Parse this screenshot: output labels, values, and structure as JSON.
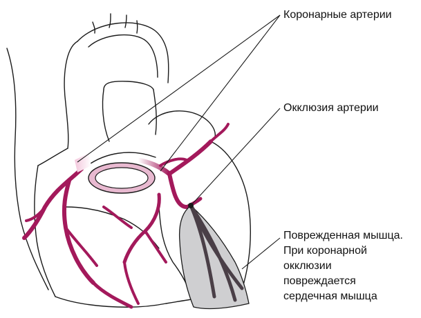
{
  "labels": {
    "coronary_arteries": "Коронарные артерии",
    "occlusion": "Окклюзия артерии",
    "damaged_muscle": [
      "Поврежденная мышца.",
      "При коронарной",
      "окклюзии",
      "повреждается",
      "сердечная мышца"
    ]
  },
  "colors": {
    "artery": "#a3195b",
    "artery_highlight": "#e8b9d0",
    "damaged_area": "#cfcfd1",
    "blocked_vessel": "#4a3f47",
    "outline": "#1a1a1a"
  }
}
